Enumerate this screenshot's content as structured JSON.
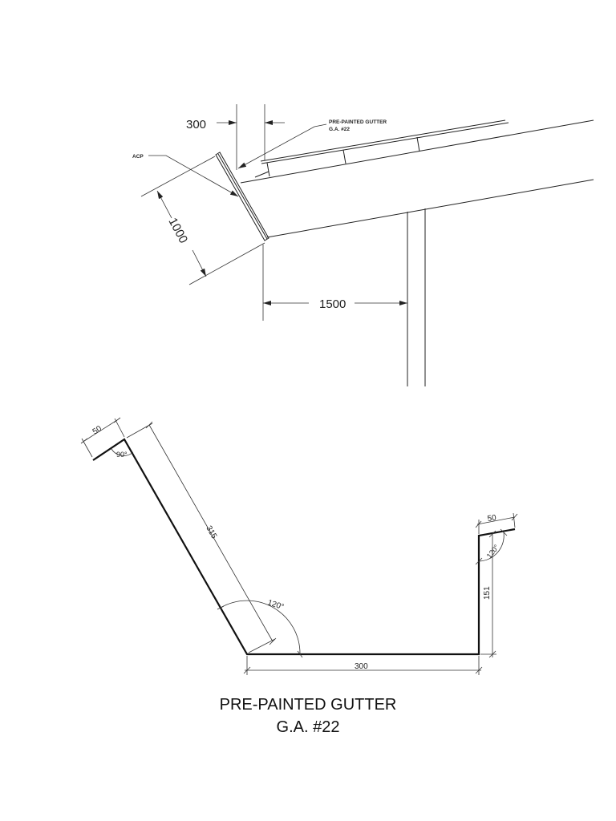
{
  "section": {
    "dim_top": "300",
    "dim_slope": "1000",
    "dim_bottom": "1500",
    "label_acp": "ACP",
    "label_gutter_line1": "PRE-PAINTED GUTTER",
    "label_gutter_line2": "G.A. #22"
  },
  "profile": {
    "dim_left_lip": "50",
    "angle_left": "90°",
    "dim_slope_side": "315",
    "angle_bottom": "120°",
    "dim_base": "300",
    "dim_right_height": "151",
    "dim_right_lip": "50",
    "angle_right": "120°"
  },
  "title": {
    "line1": "PRE-PAINTED GUTTER",
    "line2": "G.A. #22"
  }
}
